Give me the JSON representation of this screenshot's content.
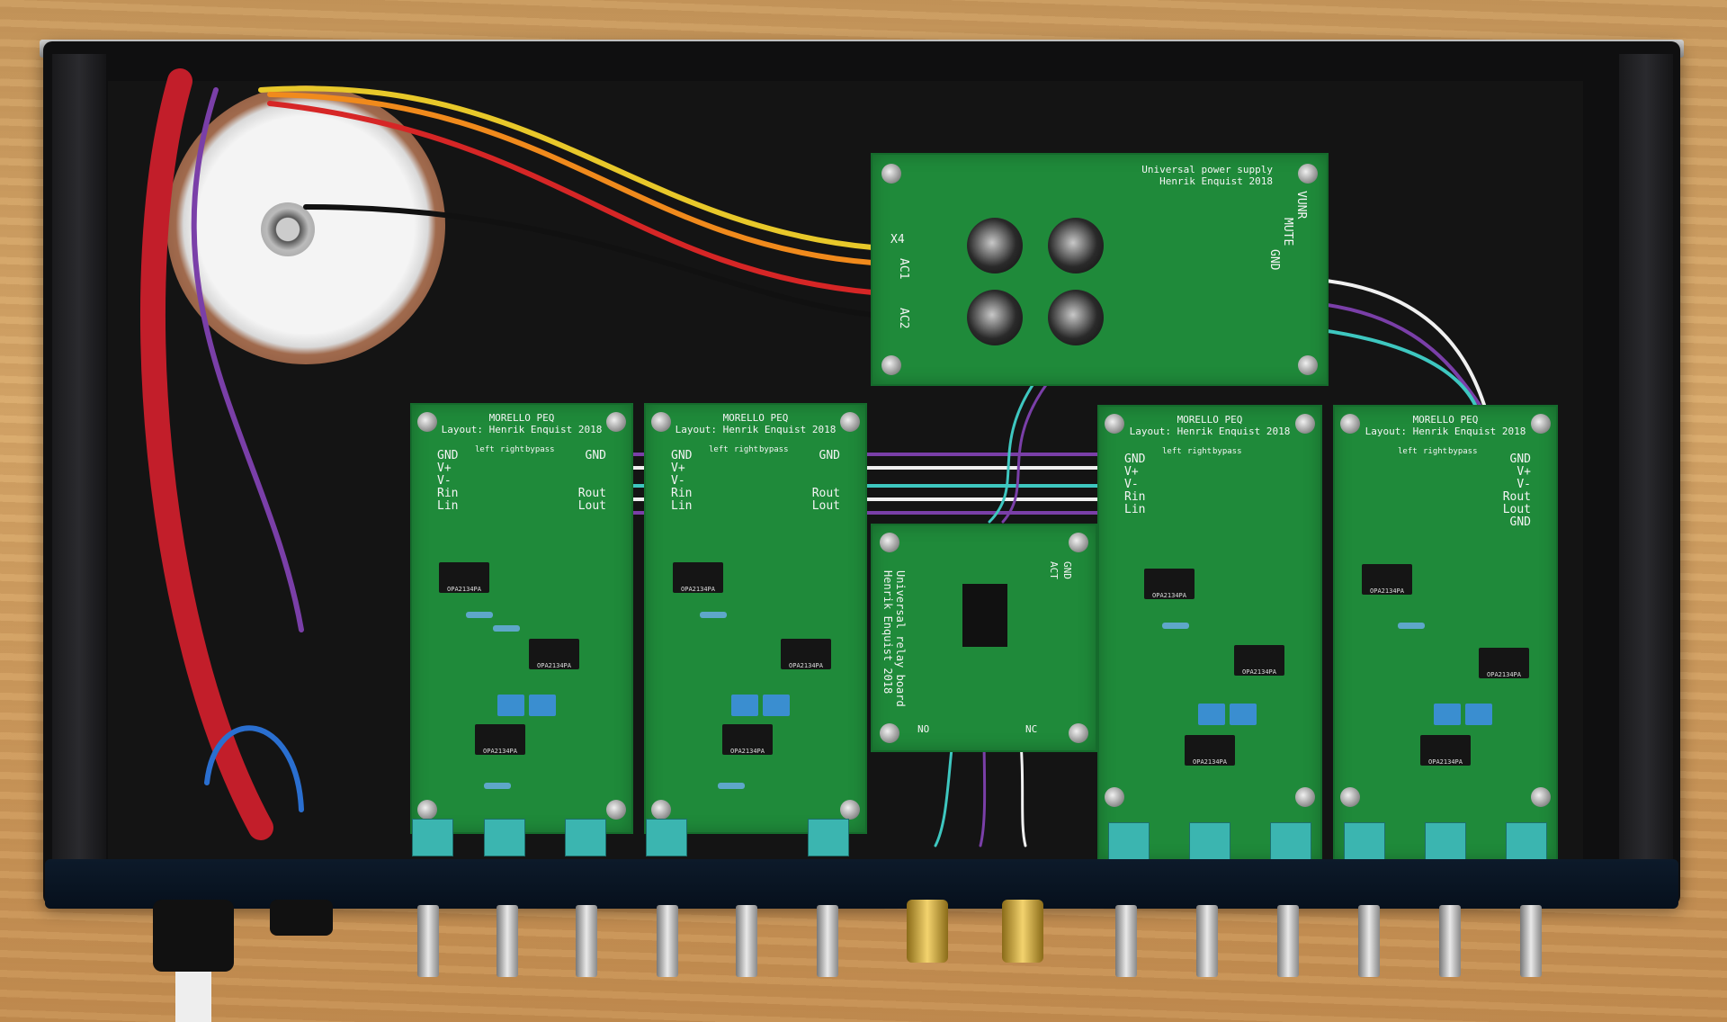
{
  "power_board": {
    "title_line1": "Universal power supply",
    "title_line2": "Henrik Enquist 2018",
    "labels": [
      "AC1",
      "AC2",
      "X4",
      "GND",
      "MUTE",
      "VUNR"
    ]
  },
  "relay_board": {
    "title_line1": "Universal relay board",
    "title_line2": "Henrik Enquist 2018",
    "labels": [
      "GND",
      "ACT",
      "NO",
      "NC"
    ]
  },
  "peq_board_title_line1": "MORELLO PEQ",
  "peq_board_title_line2": "Layout: Henrik Enquist 2018",
  "peq_pins": [
    "GND",
    "V+",
    "V-",
    "Rin",
    "Lin",
    "Rout",
    "Lout",
    "GND"
  ],
  "peq_switch_labels": [
    "left",
    "right",
    "bypass"
  ],
  "peq_boards": [
    {
      "name": "peq-board-1"
    },
    {
      "name": "peq-board-2"
    },
    {
      "name": "peq-board-3"
    },
    {
      "name": "peq-board-4"
    }
  ],
  "chip_label": "OPA2134PA",
  "colors": {
    "pcb": "#1f8a3a",
    "enclosure": "#0f0f10",
    "wood": "#d3a466",
    "wire_red": "#d62626",
    "wire_orange": "#f08a1c",
    "wire_yellow": "#e8c82a",
    "wire_purple": "#7a3fa8"
  }
}
